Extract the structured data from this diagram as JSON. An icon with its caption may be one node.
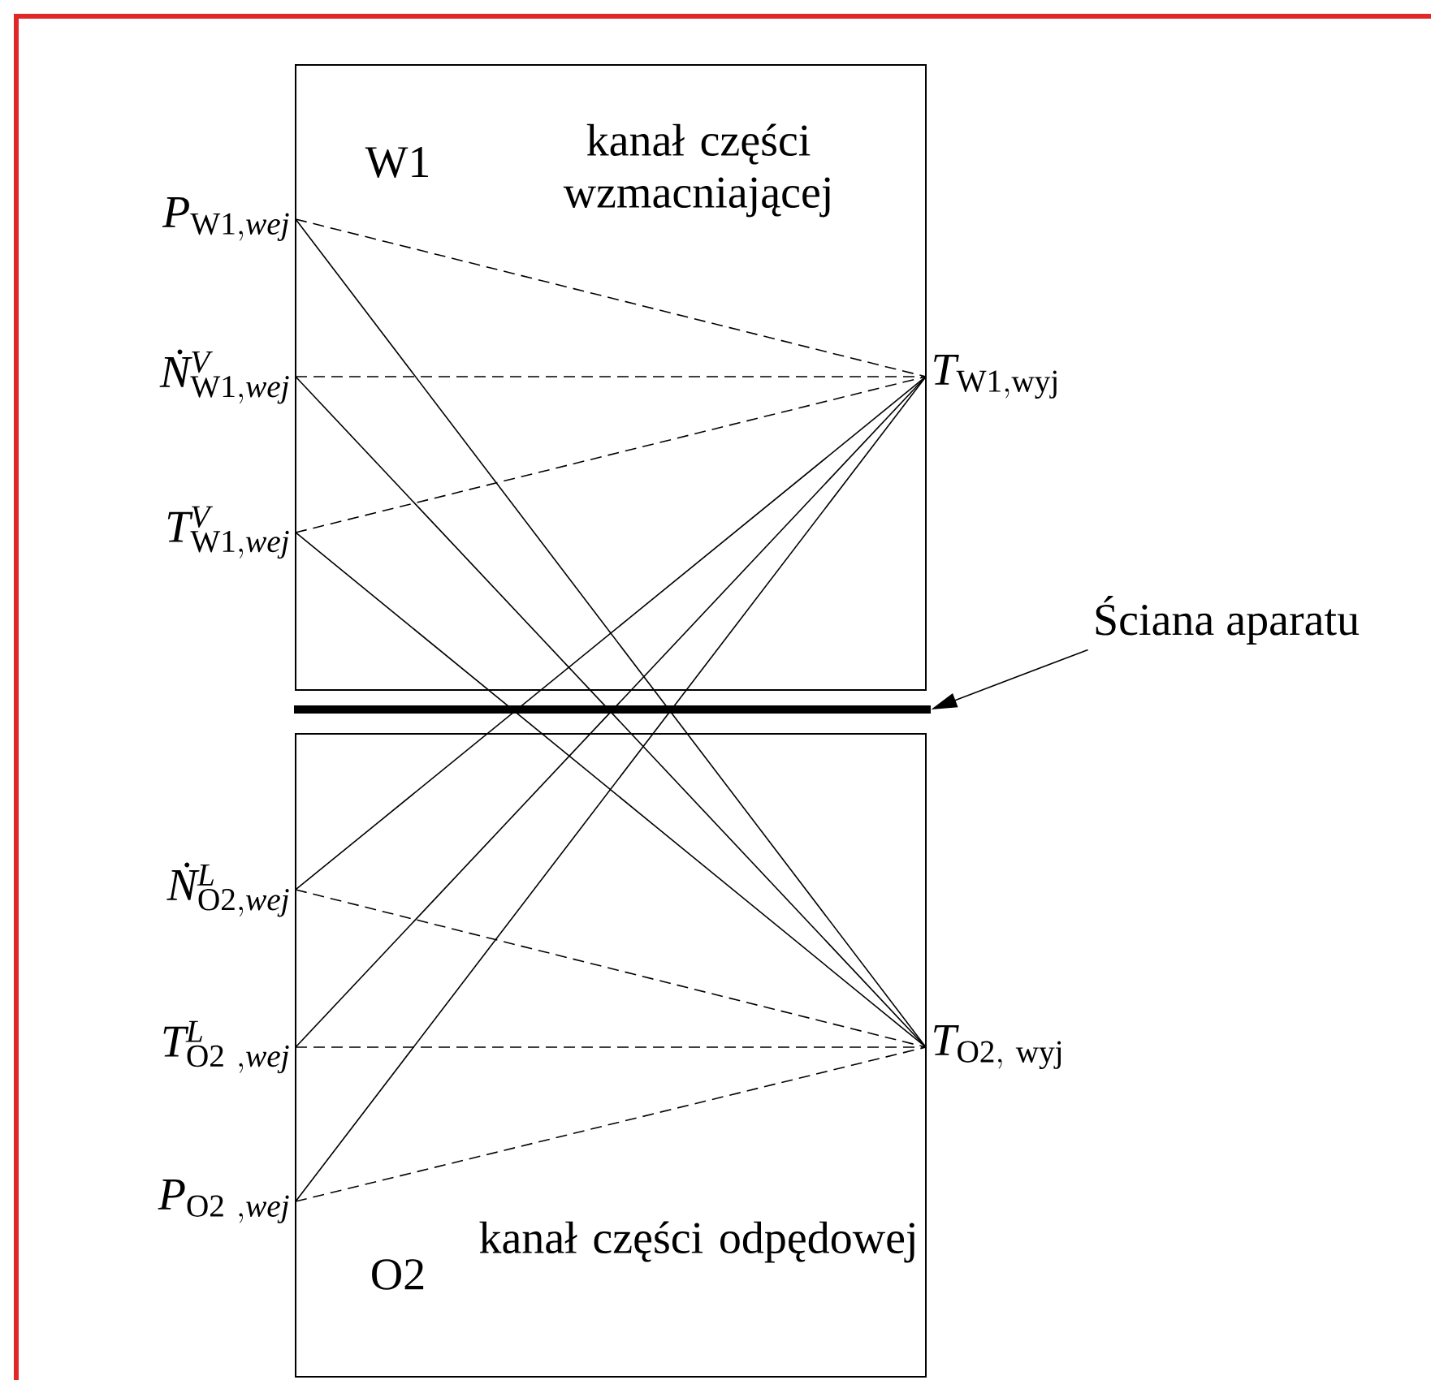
{
  "diagram": {
    "nodes": [
      {
        "text": [
          "\\mathit{P}_{\\mathrm{W1,}\\mathit{wej}}"
        ]
      },
      {
        "text": [
          "\\mathit{Ṅ}^{\\mathit{V}}_{\\mathrm{W1,}\\mathit{wej}}"
        ]
      },
      {
        "text": [
          "\\mathit{T}^{\\mathit{V}}_{\\mathrm{W1,}\\mathit{wej}}"
        ]
      },
      {
        "text": [
          "\\mathit{T}_{\\mathrm{W1,wyj}}"
        ]
      },
      {
        "text": [
          "\\mathit{Ṅ}^{\\mathit{L}}_{\\mathrm{O2,}\\mathit{wej}}"
        ]
      },
      {
        "text": [
          "\\mathit{T}^{\\mathit{L}}_{\\mathrm{O2\\ ,}\\mathit{wej}}"
        ]
      },
      {
        "text": [
          "\\mathit{P}_{\\mathrm{O2\\ ,}\\mathit{wej}}"
        ]
      },
      {
        "text": [
          "\\mathit{T}_{\\mathrm{O2,\\ wyj}}"
        ]
      },
      {
        "text": [
          "Ściana aparatu"
        ]
      },
      {
        "text": [],
        "shape": "bar"
      }
    ],
    "edges": [
      {
        "from": 0,
        "to": 3,
        "arrow": "none",
        "style": "dashed"
      },
      {
        "from": 0,
        "to": 7,
        "arrow": "none"
      },
      {
        "from": 1,
        "to": 3,
        "arrow": "none",
        "style": "dashed"
      },
      {
        "from": 1,
        "to": 7,
        "arrow": "none"
      },
      {
        "from": 2,
        "to": 3,
        "arrow": "none",
        "style": "dashed"
      },
      {
        "from": 2,
        "to": 7,
        "arrow": "none"
      },
      {
        "from": 4,
        "to": 3,
        "arrow": "none"
      },
      {
        "from": 4,
        "to": 7,
        "arrow": "none",
        "style": "dashed"
      },
      {
        "from": 5,
        "to": 3,
        "arrow": "none"
      },
      {
        "from": 5,
        "to": 7,
        "arrow": "none",
        "style": "dashed"
      },
      {
        "from": 6,
        "to": 3,
        "arrow": "none"
      },
      {
        "from": 6,
        "to": 7,
        "arrow": "none",
        "style": "dashed"
      },
      {
        "from": 8,
        "to": 9,
        "arrow": "to"
      }
    ],
    "labels": [
      "W1",
      "kanał części wzmacniającej",
      "O2",
      "kanał części odpędowej"
    ]
  }
}
